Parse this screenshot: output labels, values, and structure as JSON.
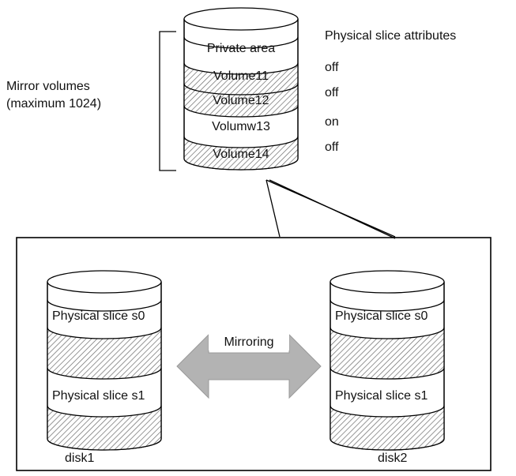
{
  "volume_cylinder": {
    "sections": [
      {
        "label": "Private area",
        "attribute": "off",
        "hatched": false
      },
      {
        "label": "Volume11",
        "attribute": "off",
        "hatched": true
      },
      {
        "label": "Volume12",
        "attribute": "off",
        "hatched": true
      },
      {
        "label": "Volumw13",
        "attribute": "on",
        "hatched": false
      },
      {
        "label": "Volume14",
        "attribute": "off",
        "hatched": true
      }
    ]
  },
  "attributes_header": "Physical slice attributes",
  "attribute_values": [
    "off",
    "off",
    "on",
    "off"
  ],
  "group_label": {
    "line1": "Mirror volumes",
    "line2": "(maximum 1024)"
  },
  "mirroring_label": "Mirroring",
  "disks": [
    {
      "name": "disk1",
      "slice_s0": "Physical slice s0",
      "slice_s1": "Physical slice s1"
    },
    {
      "name": "disk2",
      "slice_s0": "Physical slice s0",
      "slice_s1": "Physical slice s1"
    }
  ],
  "colors": {
    "stroke": "#000000",
    "arrow_fill": "#b3b3b3",
    "hatch": "#666666"
  }
}
